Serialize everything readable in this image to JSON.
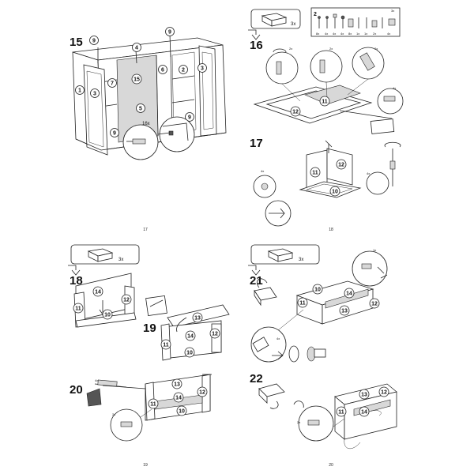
{
  "pages": {
    "p17": {
      "page_number": "17",
      "step": "15",
      "labels": {
        "l9a": "9",
        "l9b": "9",
        "l4": "4",
        "l7": "7",
        "l3a": "3",
        "l3b": "3",
        "l15": "15",
        "l6": "6",
        "l2": "2",
        "l1": "1",
        "l5": "5",
        "l9c": "9",
        "l9d": "9"
      },
      "qty": "16x"
    },
    "p18": {
      "page_number": "18",
      "step_a": "16",
      "step_b": "17",
      "box_qty": "3x",
      "parts_box_num": "2",
      "parts_box_qty": "3x",
      "parts_qty": [
        "8x",
        "4x",
        "4x",
        "4x",
        "8x",
        "1x",
        "1x",
        "2x",
        "4x"
      ],
      "labels": {
        "l11a": "11",
        "l12a": "12",
        "l11b": "11",
        "l12b": "12",
        "l10": "10"
      },
      "qty": {
        "q2a": "2x",
        "q2b": "2x",
        "q2c": "2x",
        "q4a": "4x",
        "q4b": "4x",
        "q4c": "4x"
      }
    },
    "p19": {
      "page_number": "19",
      "step_a": "18",
      "step_b": "19",
      "step_c": "20",
      "box_qty": "3x",
      "labels": {
        "a14": "14",
        "a12": "12",
        "a11": "11",
        "a10": "10",
        "b13": "13",
        "b14": "14",
        "b11": "11",
        "b12": "12",
        "b10": "10",
        "c13": "13",
        "c14": "14",
        "c11": "11",
        "c12": "12",
        "c10": "10"
      },
      "qty": {
        "q4": "4x",
        "q2": "2x"
      }
    },
    "p20": {
      "page_number": "20",
      "step_a": "21",
      "step_b": "22",
      "box_qty": "3x",
      "labels": {
        "a10": "10",
        "a14": "14",
        "a11": "11",
        "a13": "13",
        "a12": "12",
        "b13": "13",
        "b12": "12",
        "b11": "11",
        "b14": "14"
      },
      "qty": {
        "q1": "1x",
        "q4": "4x",
        "q2": "2x"
      }
    }
  }
}
